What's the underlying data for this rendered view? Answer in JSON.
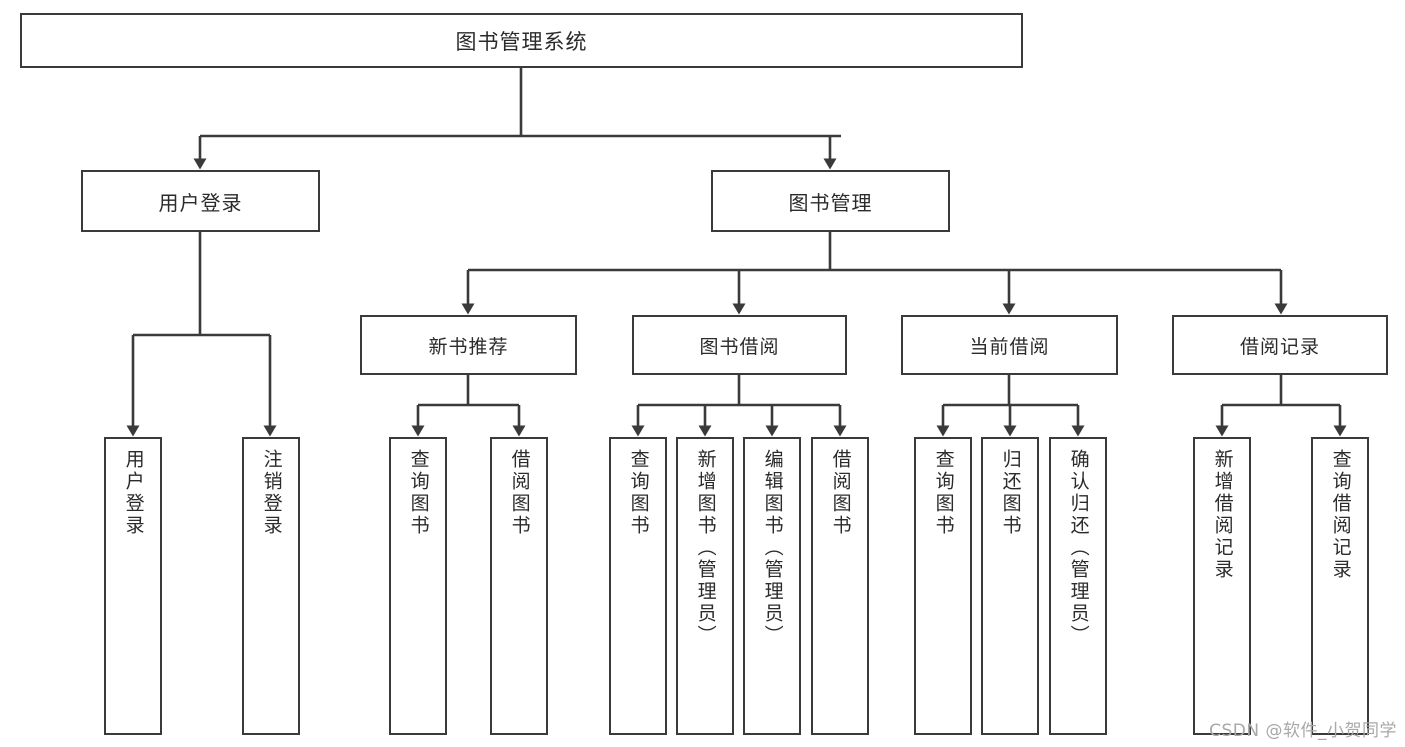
{
  "diagram": {
    "title": "图书管理系统",
    "type": "tree",
    "colors": {
      "background": "#ffffff",
      "border": "#3a3a3a",
      "connector": "#3a3a3a",
      "text": "#2b2b2b",
      "watermark": "#a8a8a8"
    },
    "root": {
      "label": "图书管理系统"
    },
    "level2": [
      {
        "id": "user-login",
        "label": "用户登录"
      },
      {
        "id": "book-manage",
        "label": "图书管理"
      }
    ],
    "level3": [
      {
        "id": "new-book-recommend",
        "label": "新书推荐",
        "parent": "book-manage"
      },
      {
        "id": "book-borrow",
        "label": "图书借阅",
        "parent": "book-manage"
      },
      {
        "id": "current-borrow",
        "label": "当前借阅",
        "parent": "book-manage"
      },
      {
        "id": "borrow-record",
        "label": "借阅记录",
        "parent": "book-manage"
      }
    ],
    "leaves": [
      {
        "id": "leaf-user-login",
        "label": "用户登录",
        "parent": "user-login"
      },
      {
        "id": "leaf-user-logout",
        "label": "注销登录",
        "parent": "user-login"
      },
      {
        "id": "leaf-query-book-rec",
        "label": "查询图书",
        "parent": "new-book-recommend"
      },
      {
        "id": "leaf-borrow-book-rec",
        "label": "借阅图书",
        "parent": "new-book-recommend"
      },
      {
        "id": "leaf-query-book-borrow",
        "label": "查询图书",
        "parent": "book-borrow"
      },
      {
        "id": "leaf-add-book",
        "label": "新增图书（管理员）",
        "parent": "book-borrow"
      },
      {
        "id": "leaf-edit-book",
        "label": "编辑图书（管理员）",
        "parent": "book-borrow"
      },
      {
        "id": "leaf-borrow-book",
        "label": "借阅图书",
        "parent": "book-borrow"
      },
      {
        "id": "leaf-query-book-cur",
        "label": "查询图书",
        "parent": "current-borrow"
      },
      {
        "id": "leaf-return-book",
        "label": "归还图书",
        "parent": "current-borrow"
      },
      {
        "id": "leaf-confirm-return",
        "label": "确认归还（管理员）",
        "parent": "current-borrow"
      },
      {
        "id": "leaf-add-record",
        "label": "新增借阅记录",
        "parent": "borrow-record"
      },
      {
        "id": "leaf-query-record",
        "label": "查询借阅记录",
        "parent": "borrow-record"
      }
    ]
  },
  "watermark": {
    "text": "CSDN @软件_小贺同学"
  }
}
